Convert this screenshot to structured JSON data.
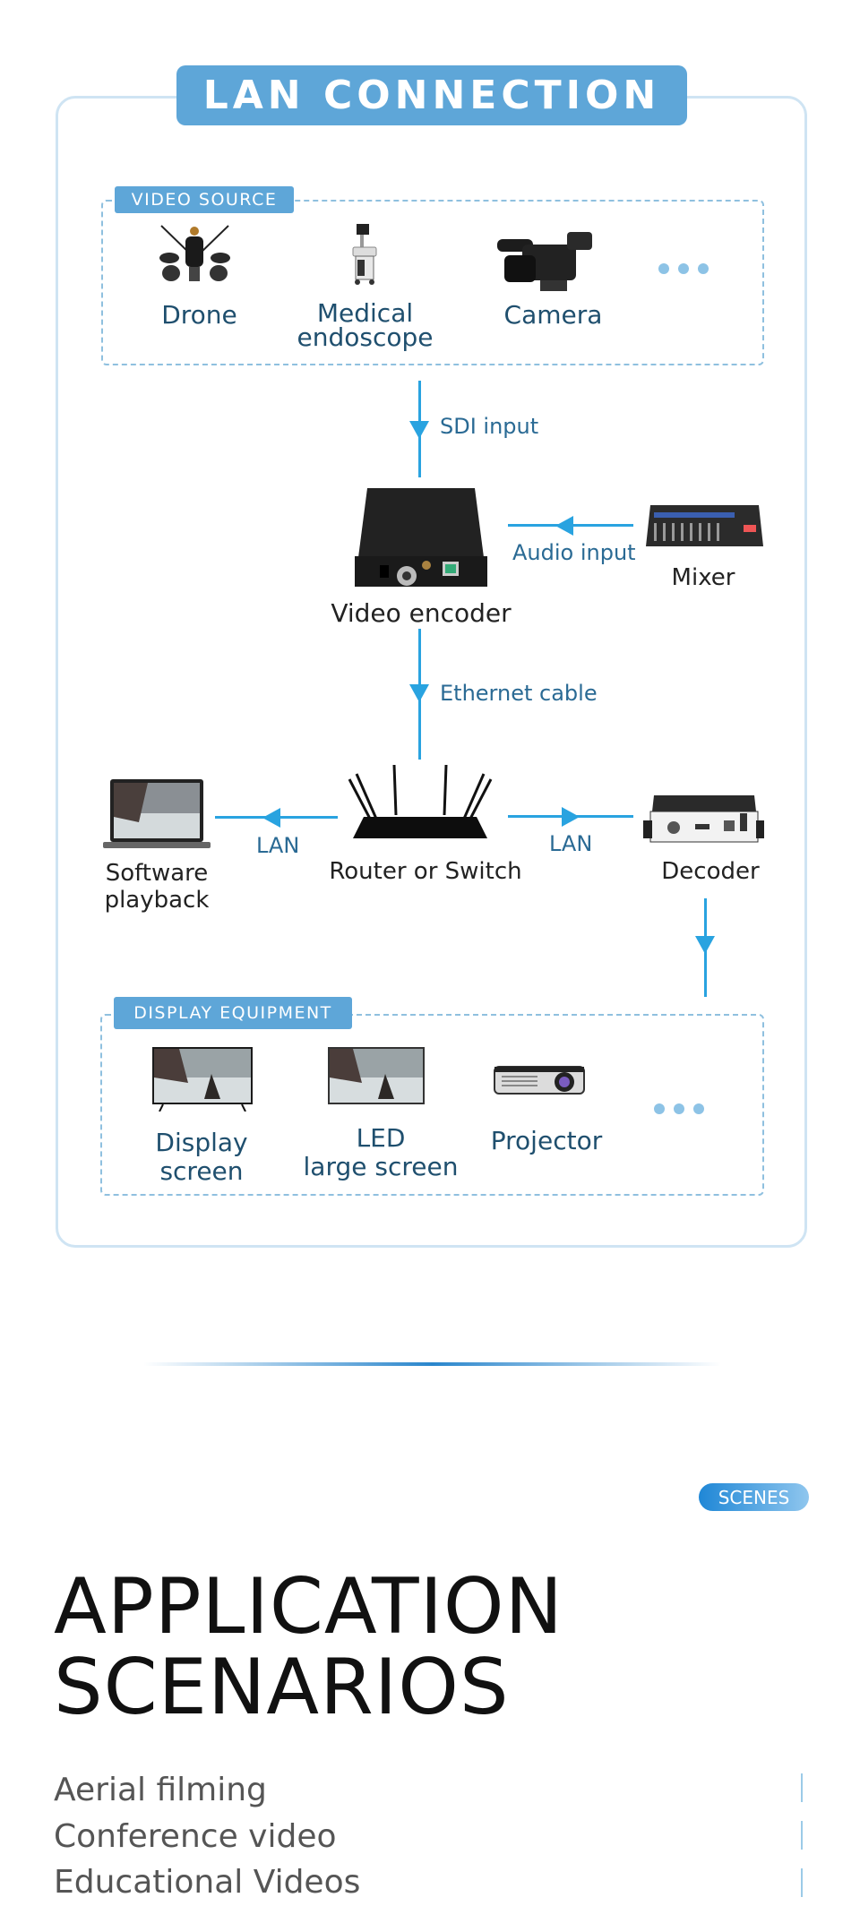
{
  "title": "LAN CONNECTION",
  "video_source": {
    "tag": "VIDEO SOURCE",
    "items": [
      {
        "label": "Drone",
        "icon": "drone-icon"
      },
      {
        "label_line1": "Medical",
        "label_line2": "endoscope",
        "icon": "ultrasound-machine-icon"
      },
      {
        "label": "Camera",
        "icon": "camcorder-icon"
      }
    ],
    "more": "more-dots"
  },
  "connections": {
    "sdi": "SDI input",
    "audio": "Audio input",
    "ethernet": "Ethernet cable",
    "lan_left": "LAN",
    "lan_right": "LAN"
  },
  "devices": {
    "encoder": "Video encoder",
    "mixer": "Mixer",
    "router": "Router or Switch",
    "laptop_line1": "Software",
    "laptop_line2": "playback",
    "decoder": "Decoder"
  },
  "display_equipment": {
    "tag": "DISPLAY EQUIPMENT",
    "items": [
      {
        "label_line1": "Display",
        "label_line2": "screen"
      },
      {
        "label_line1": "LED",
        "label_line2": "large screen"
      },
      {
        "label": "Projector"
      }
    ]
  },
  "scenes_badge": "SCENES",
  "heading_line1": "APPLICATION",
  "heading_line2": "SCENARIOS",
  "scenarios": [
    "Aerial filming",
    "Conference video",
    "Educational Videos"
  ],
  "colors": {
    "accent": "#5ea6d8",
    "arrow": "#29a3e0",
    "frame": "#cfe4f3",
    "label_text": "#1f4f6e"
  }
}
